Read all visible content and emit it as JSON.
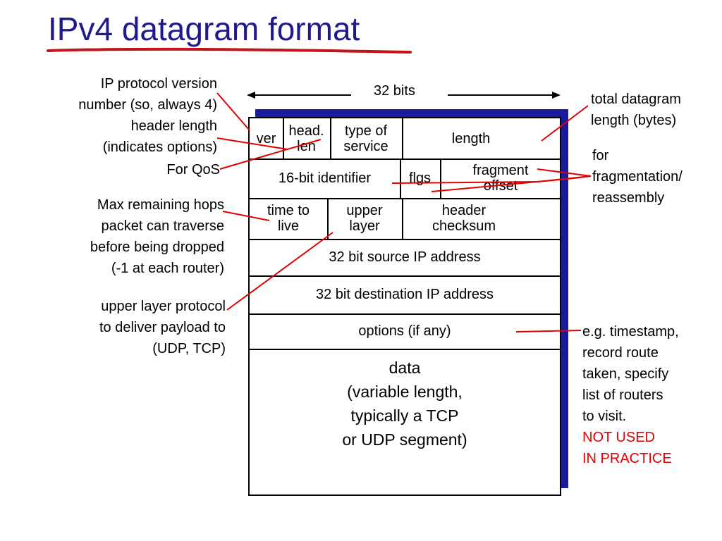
{
  "title": "IPv4 datagram format",
  "bits_label": "32 bits",
  "fields": {
    "ver": "ver",
    "head_len_1": "head.",
    "head_len_2": "len",
    "tos_1": "type of",
    "tos_2": "service",
    "length": "length",
    "identifier": "16-bit identifier",
    "flgs": "flgs",
    "frag_1": "fragment",
    "frag_2": "offset",
    "ttl_1": "time to",
    "ttl_2": "live",
    "upper_1": "upper",
    "upper_2": "layer",
    "checksum_1": "header",
    "checksum_2": "checksum",
    "src": "32 bit source IP address",
    "dst": "32 bit destination IP address",
    "options": "options (if any)",
    "data_1": "data",
    "data_2": "(variable length,",
    "data_3": "typically a TCP",
    "data_4": "or UDP segment)"
  },
  "annotations": {
    "version": [
      "IP protocol version",
      "number (so, always 4)"
    ],
    "header_length": [
      "header length",
      "(indicates options)"
    ],
    "qos": "For QoS",
    "ttl": [
      "Max remaining hops",
      "packet can traverse",
      "before being dropped",
      "(-1 at each router)"
    ],
    "upper": [
      "upper layer protocol",
      "to deliver payload to",
      "(UDP, TCP)"
    ],
    "total_length": [
      "total datagram",
      "length (bytes)"
    ],
    "fragmentation": [
      "for",
      "fragmentation/",
      "reassembly"
    ],
    "options": [
      "e.g. timestamp,",
      "record route",
      "taken, specify",
      "list of routers",
      "to visit."
    ],
    "not_used": [
      "NOT USED",
      "IN PRACTICE"
    ]
  },
  "colors": {
    "title": "#1f1a8c",
    "shadow": "#1a1a9e",
    "underline": "#c0141e",
    "pointer": "#e00000"
  }
}
